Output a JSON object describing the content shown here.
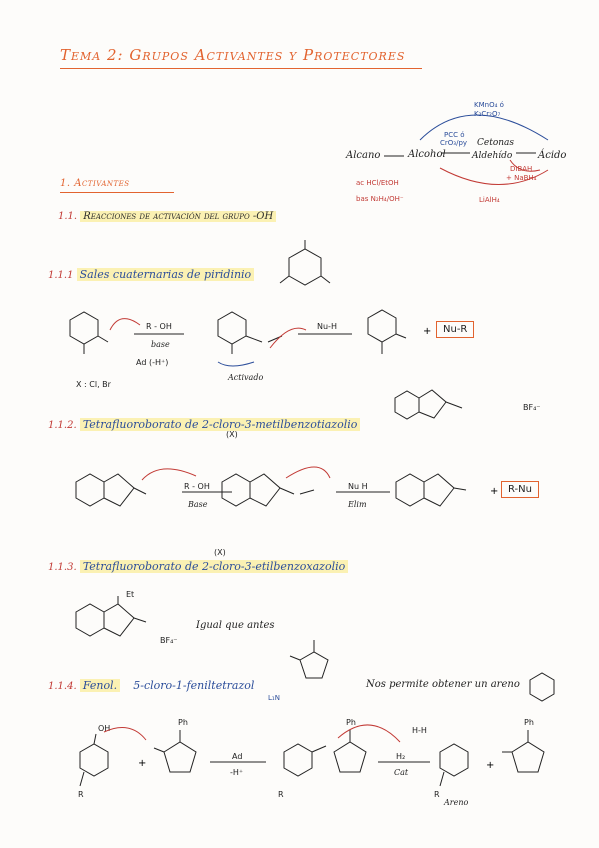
{
  "title": "Tema 2: Grupos Activantes y Protectores",
  "scheme": {
    "alcano": "Alcano",
    "alcohol": "Alcohol",
    "cetonas": "Cetonas",
    "aldehido": "Aldehído",
    "acido": "Ácido",
    "oxid_top": "KMnO₄ ó",
    "oxid_top2": "K₂Cr₂O₇",
    "pcc": "PCC ó",
    "pcc2": "CrO₃/py",
    "dibah": "DIBAH",
    "nabh4": "+ NaBH₄",
    "lialh4": "LiAlH₄",
    "acid_cond": "ac  HCl/EtOH",
    "base_cond": "bas  N₂H₄/OH⁻"
  },
  "section1": {
    "number": "1.",
    "label": "Activantes"
  },
  "sub11": {
    "number": "1.1.",
    "label": "Reacciones de activación del grupo -OH"
  },
  "item111": {
    "number": "1.1.1",
    "label": "Sales cuaternarias de piridinio",
    "reagent": "R - OH",
    "base": "base",
    "step": "Ad (-H⁺)",
    "activado": "Activado",
    "nuh": "Nu-H",
    "product": "Nu-R",
    "x_note": "X : Cl, Br",
    "plus": "+"
  },
  "item112": {
    "number": "1.1.2.",
    "label": "Tetrafluoroborato de 2-cloro-3-metilbenzotiazolio",
    "x_mark": "(X)",
    "bf4": "BF₄⁻",
    "reagent": "R - OH",
    "base": "Base",
    "nuh": "Nu H",
    "elim": "Elim",
    "product": "R-Nu",
    "plus": "+"
  },
  "item113": {
    "number": "1.1.3.",
    "label": "Tetrafluoroborato de 2-cloro-3-etilbenzoxazolio",
    "x_mark": "(X)",
    "et": "Et",
    "bf4": "BF₄⁻",
    "note": "Igual que antes"
  },
  "item114": {
    "number": "1.1.4.",
    "label1": "Fenol.",
    "label2": "5-cloro-1-feniltetrazol",
    "tag": "L₁N",
    "note": "Nos permite obtener un areno",
    "ad": "Ad",
    "h": "-H⁺",
    "h2": "H₂",
    "cat": "Cat",
    "hh": "H-H",
    "areno": "Areno",
    "plus": "+",
    "ph": "Ph",
    "r": "R",
    "oh": "OH"
  }
}
